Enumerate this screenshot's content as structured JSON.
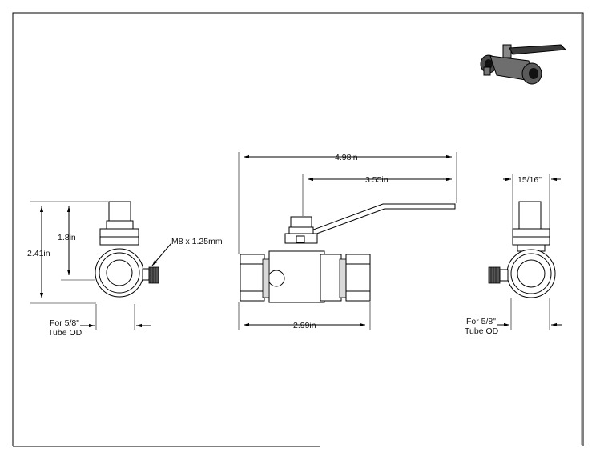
{
  "dimensions": {
    "overall_height": "2.41in",
    "stem_height": "1.8in",
    "side_port_thread": "M8 x 1.25mm",
    "left_tube_note": [
      "For 5/8\"",
      "Tube OD"
    ],
    "overall_length_handle": "4.98in",
    "handle_length": "3.55in",
    "body_length": "2.99in",
    "hex_across_flats": "15/16\"",
    "right_tube_note": [
      "For 5/8\"",
      "Tube OD"
    ]
  },
  "icons": {
    "iso_view": "ball-valve-isometric-icon"
  }
}
